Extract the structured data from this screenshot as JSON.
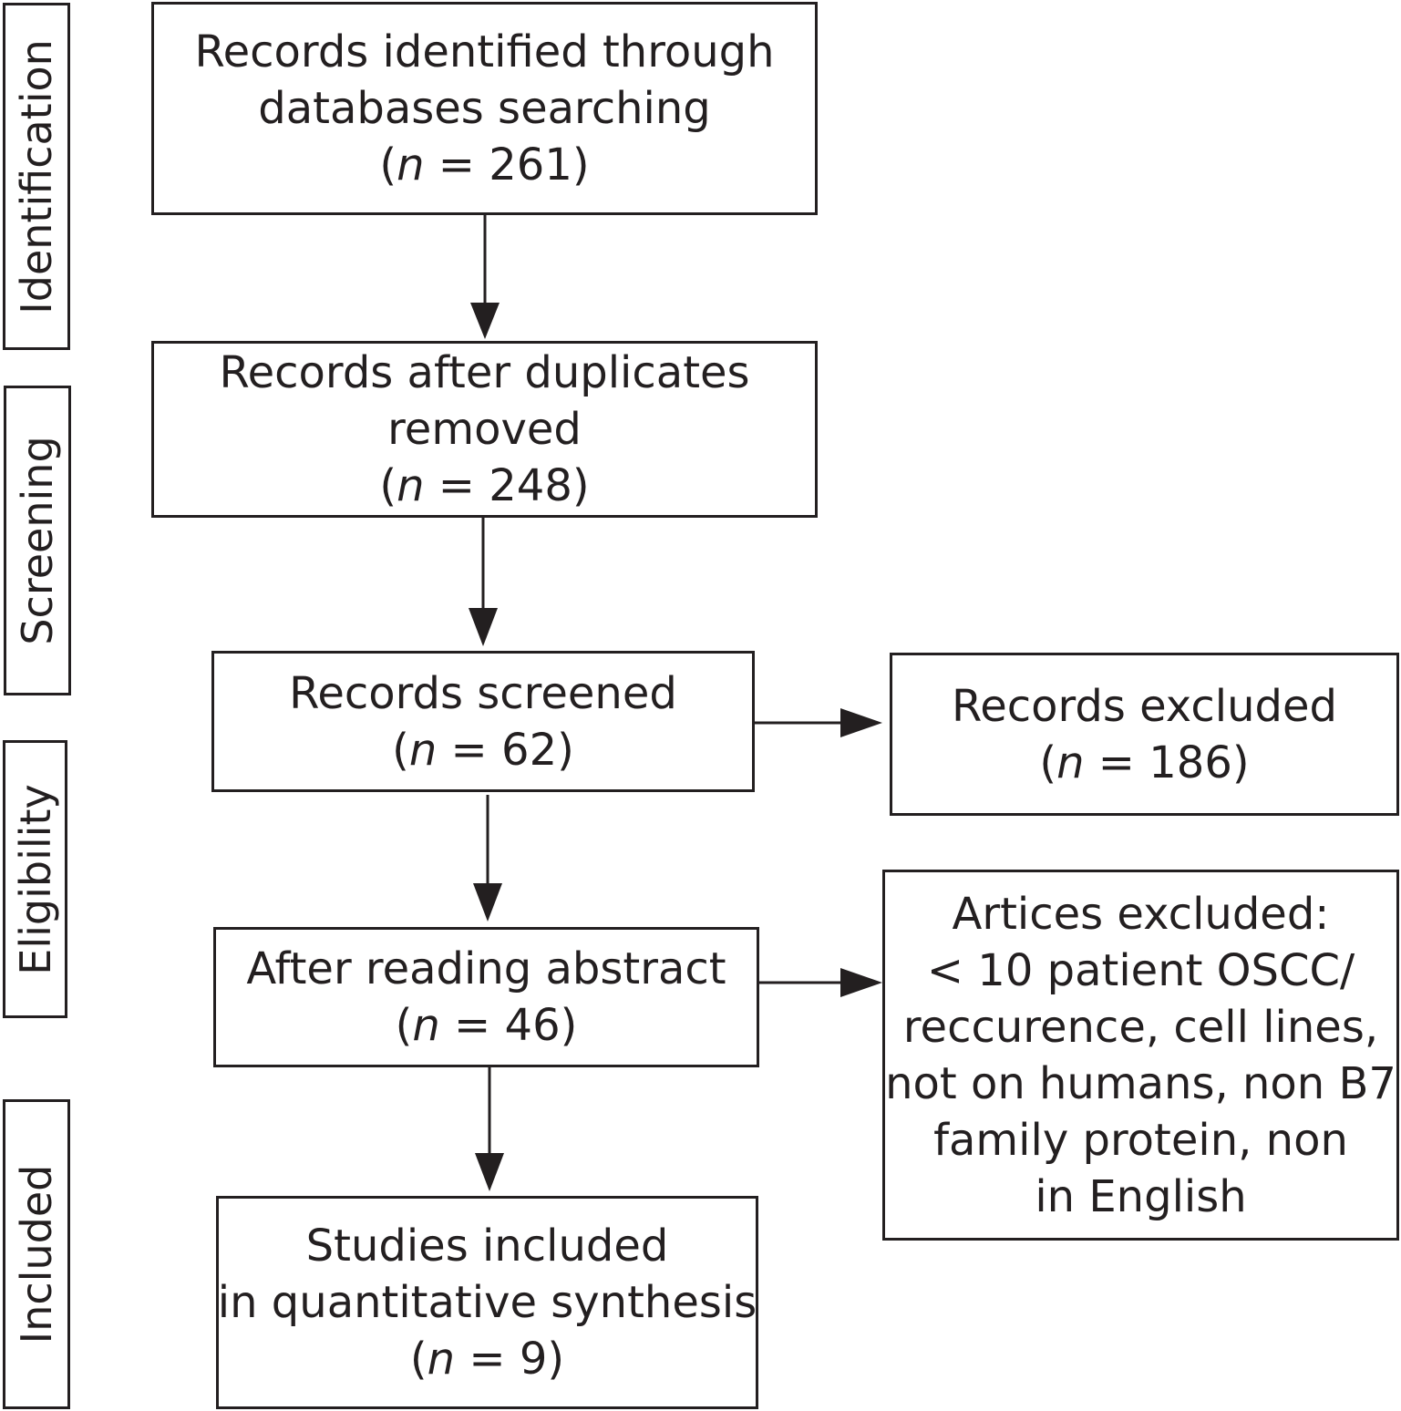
{
  "stages": [
    {
      "id": "identification",
      "label": "Identification"
    },
    {
      "id": "screening",
      "label": "Screening"
    },
    {
      "id": "eligibility",
      "label": "Eligibility"
    },
    {
      "id": "included",
      "label": "Included"
    }
  ],
  "boxes": {
    "identified": {
      "lines": [
        "Records identified through",
        "databases searching"
      ],
      "n_prefix": "(",
      "n_var": "n",
      "n_text": " = 261)"
    },
    "after_duplicates": {
      "lines": [
        "Records after duplicates",
        "removed"
      ],
      "n_prefix": "(",
      "n_var": "n",
      "n_text": " = 248)"
    },
    "screened": {
      "lines": [
        "Records screened"
      ],
      "n_prefix": "(",
      "n_var": "n",
      "n_text": " = 62)"
    },
    "excluded": {
      "lines": [
        "Records excluded"
      ],
      "n_prefix": "(",
      "n_var": "n",
      "n_text": " = 186)"
    },
    "after_abstract": {
      "lines": [
        "After reading abstract"
      ],
      "n_prefix": "(",
      "n_var": "n",
      "n_text": " = 46)"
    },
    "articles_excluded": {
      "lines": [
        "Artices excluded:",
        "< 10 patient OSCC/",
        "reccurence, cell lines,",
        "not on humans, non B7",
        "family protein, non",
        "in English"
      ]
    },
    "included": {
      "lines": [
        "Studies included",
        "in quantitative synthesis"
      ],
      "n_prefix": "(",
      "n_var": "n",
      "n_text": " = 9)"
    }
  }
}
